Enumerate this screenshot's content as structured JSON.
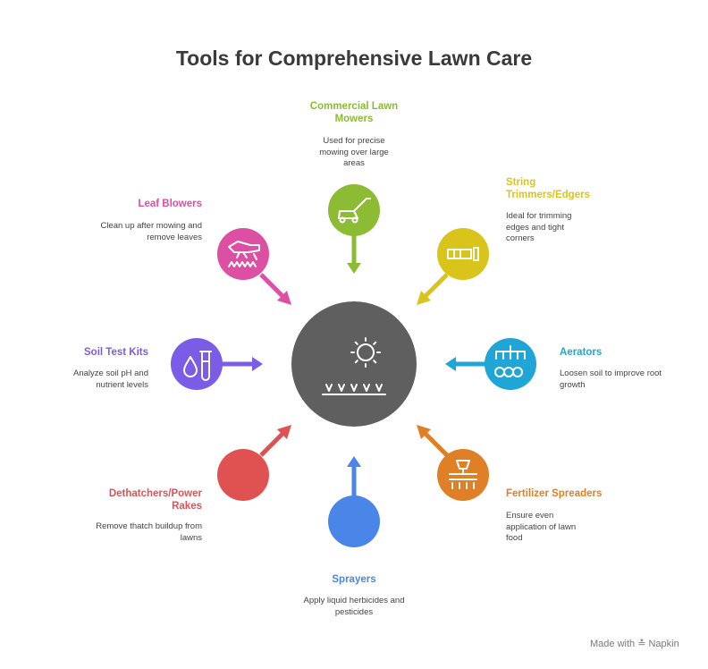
{
  "title": "Tools for Comprehensive Lawn Care",
  "center_icon": "sun-and-grass-icon",
  "tools": [
    {
      "label": "Commercial Lawn Mowers",
      "description": "Used for precise mowing over large areas",
      "color": "#8cbc34",
      "icon": "lawn-mower-icon"
    },
    {
      "label": "String Trimmers/Edgers",
      "description": "Ideal for trimming edges and tight corners",
      "color": "#d9c41c",
      "icon": "string-trimmer-icon"
    },
    {
      "label": "Aerators",
      "description": "Loosen soil to improve root growth",
      "color": "#1fa6d6",
      "icon": "aerator-icon"
    },
    {
      "label": "Fertilizer Spreaders",
      "description": "Ensure even application of lawn food",
      "color": "#e08026",
      "icon": "spreader-icon"
    },
    {
      "label": "Sprayers",
      "description": "Apply liquid herbicides and pesticides",
      "color": "#4a86e8",
      "icon": "sprayer-icon"
    },
    {
      "label": "Dethatchers/Power Rakes",
      "description": "Remove thatch buildup from lawns",
      "color": "#e05252",
      "icon": "dethatcher-icon"
    },
    {
      "label": "Soil Test Kits",
      "description": "Analyze soil pH and nutrient levels",
      "color": "#7b5ce6",
      "icon": "soil-test-kit-icon"
    },
    {
      "label": "Leaf Blowers",
      "description": "Clean up after mowing and remove leaves",
      "color": "#dd4fa3",
      "icon": "leaf-blower-icon"
    }
  ],
  "watermark": {
    "prefix": "Made with",
    "brand": "Napkin"
  }
}
